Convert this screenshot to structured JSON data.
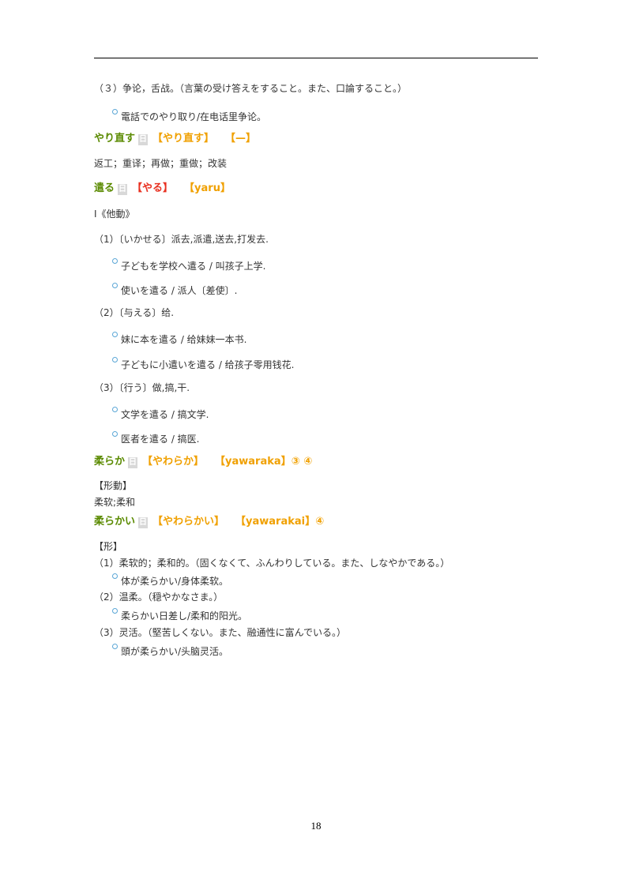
{
  "top_lines": {
    "l1": "（３）争论，舌战。（言葉の受け答えをすること。また、口論すること。）",
    "ex1": "電話でのやり取り/在电话里争论。"
  },
  "entry_yarinaosu": {
    "word": "やり直す",
    "badge": "日",
    "kana": "【やり直す】",
    "reading": "【—】",
    "meaning": "返工；重译；再做；重做；改装"
  },
  "entry_yaru": {
    "word": "遣る",
    "badge": "日",
    "kana": "【やる】",
    "reading": "【yaru】",
    "pos": "Ⅰ《他動》",
    "s1": "（1）〔いかせる〕派去,派遣,送去,打发去.",
    "s1_ex1": "子どもを学校へ遣る / 叫孩子上学.",
    "s1_ex2": "使いを遣る / 派人〔差使〕.",
    "s2": "（2）〔与える〕给.",
    "s2_ex1": "妹に本を遣る / 给妹妹一本书.",
    "s2_ex2": "子どもに小遣いを遣る / 给孩子零用钱花.",
    "s3": "（3）〔行う〕做,搞,干.",
    "s3_ex1": "文学を遣る / 搞文学.",
    "s3_ex2": "医者を遣る / 搞医."
  },
  "entry_yawaraka": {
    "word": "柔らか",
    "badge": "日",
    "kana": "【やわらか】",
    "reading": "【yawaraka】③ ④",
    "pos": "【形動】",
    "meaning": "柔软;柔和"
  },
  "entry_yawarakai": {
    "word": "柔らかい",
    "badge": "日",
    "kana": "【やわらかい】",
    "reading": "【yawarakai】④",
    "pos": "【形】",
    "s1": "（1）柔软的；柔和的。（固くなくて、ふんわりしている。また、しなやかである。）",
    "s1_ex": "体が柔らかい/身体柔软。",
    "s2": "（2）温柔。（穏やかなさま。）",
    "s2_ex": "柔らかい日差し/柔和的阳光。",
    "s3": "（3）灵活。（堅苦しくない。また、融通性に富んでいる。）",
    "s3_ex": "頭が柔らかい/头脑灵活。"
  },
  "page_number": "18"
}
